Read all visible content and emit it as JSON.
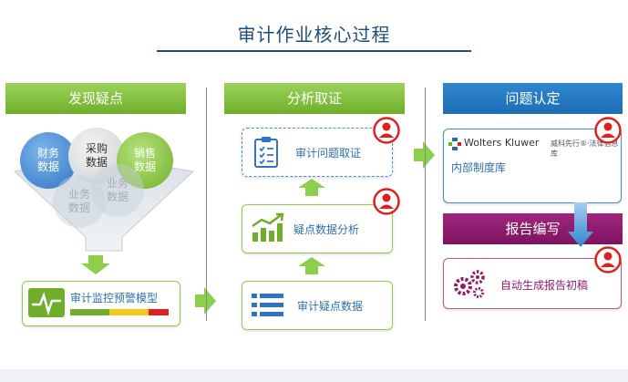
{
  "title": "审计作业核心过程",
  "columns": {
    "discover": {
      "header": "发现疑点",
      "bubbles": {
        "finance": "财务\n数据",
        "purchase": "采购\n数据",
        "sales": "销售\n数据",
        "business1": "业务\n数据",
        "business2": "业务\n数据"
      },
      "model_label": "审计监控预警模型",
      "risk_bar_colors": [
        "#6fae2a",
        "#6fae2a",
        "#f2c81a",
        "#f2c81a",
        "#e02020"
      ]
    },
    "analyze": {
      "header": "分析取证",
      "evidence_label": "审计问题取证",
      "analysis_label": "疑点数据分析",
      "suspect_label": "审计疑点数据"
    },
    "confirm": {
      "header": "问题认定",
      "logo_text": "Wolters Kluwer",
      "logo_subtext": "威科先行®·法律信息库",
      "library_label": "内部制度库"
    },
    "report": {
      "header": "报告编写",
      "auto_label": "自动生成报告初稿"
    }
  },
  "colors": {
    "green": "#7cc23a",
    "blue": "#1e6db5",
    "purple": "#8e1c6e",
    "avatar_red": "#e0201e"
  }
}
